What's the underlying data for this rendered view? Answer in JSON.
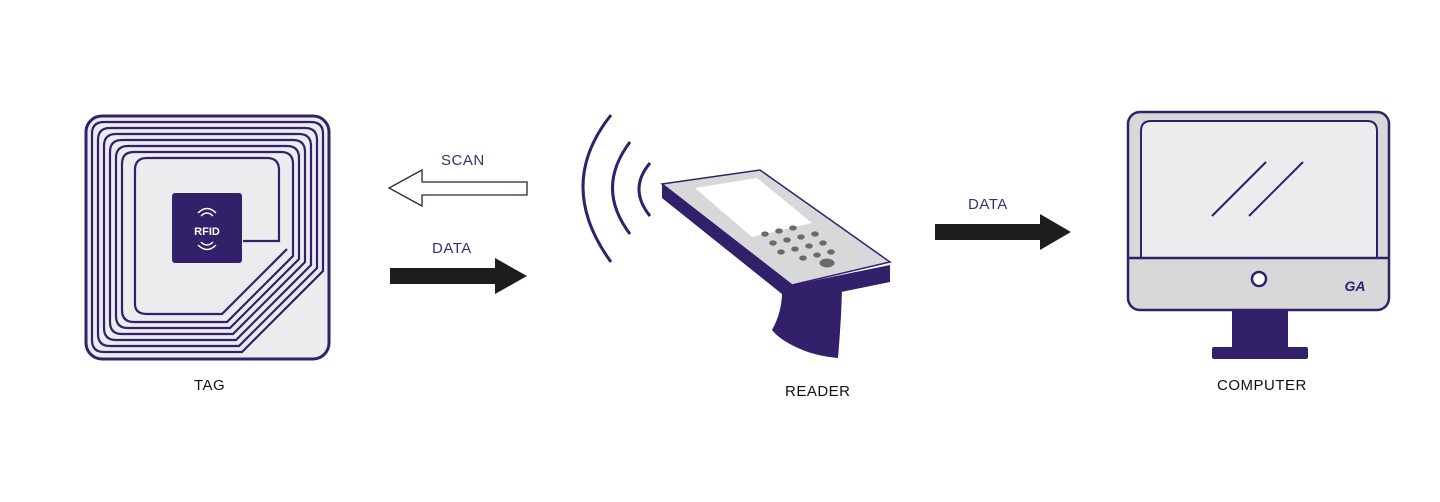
{
  "labels": {
    "tag": "TAG",
    "reader": "READER",
    "computer": "COMPUTER"
  },
  "arrows": {
    "scan_label": "SCAN",
    "tag_data_label": "DATA",
    "reader_data_label": "DATA"
  },
  "chip": {
    "text": "RFID"
  },
  "monitor_logo": {
    "text": "GA"
  },
  "colors": {
    "primary": "#33206b",
    "panel_fill": "#ececee",
    "device_gray": "#d8d8da",
    "arrow_dark": "#1f1c1e"
  },
  "icons": [
    "rfid-tag-icon",
    "rfid-chip-icon",
    "radio-waves-icon",
    "handheld-reader-icon",
    "computer-monitor-icon",
    "arrow-left-outline-icon",
    "arrow-right-icon"
  ]
}
